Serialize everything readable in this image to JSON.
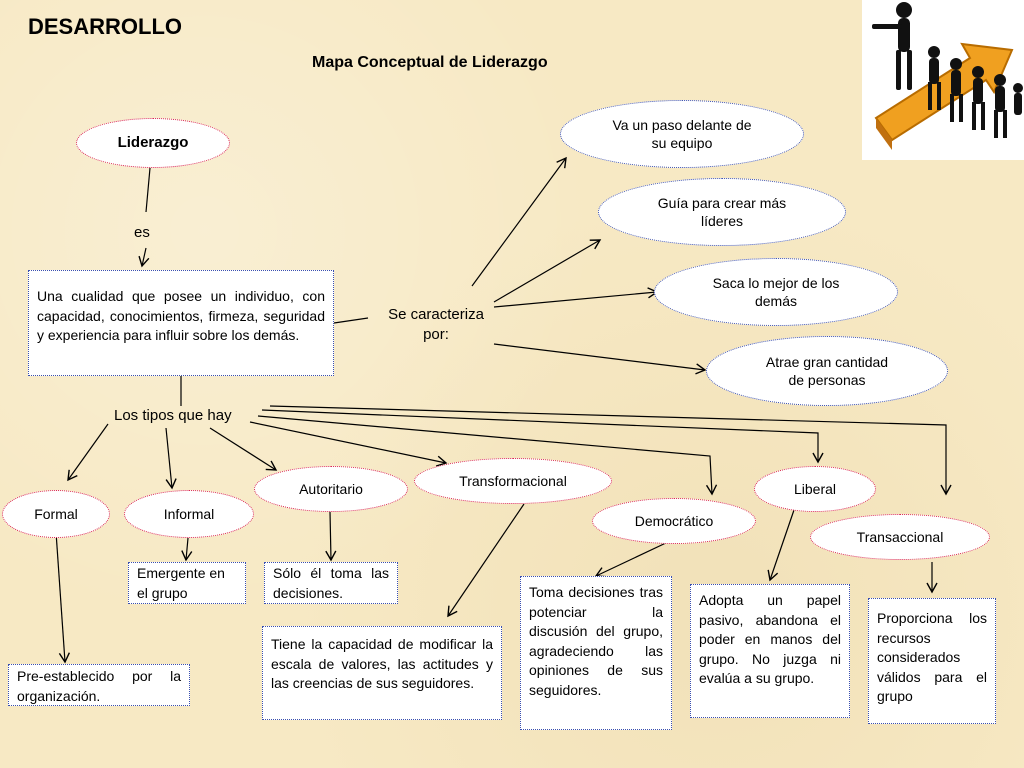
{
  "header": {
    "section_title": "DESARROLLO",
    "map_title": "Mapa Conceptual de Liderazgo"
  },
  "nodes": {
    "liderazgo": "Liderazgo",
    "es": "es",
    "definition": "Una cualidad que posee un individuo, con capacidad, conocimientos, firmeza, seguridad y experiencia para influir sobre los demás.",
    "se_caracteriza": "Se caracteriza por:",
    "traits": [
      "Va un paso delante de su equipo",
      "Guía para crear más líderes",
      "Saca lo mejor de los demás",
      "Atrae gran cantidad de personas"
    ],
    "tipos_label": "Los tipos que hay",
    "types": {
      "formal": "Formal",
      "informal": "Informal",
      "autoritario": "Autoritario",
      "transformacional": "Transformacional",
      "democratico": "Democrático",
      "liberal": "Liberal",
      "transaccional": "Transaccional"
    },
    "descriptions": {
      "formal": "Pre-establecido por la organización.",
      "informal": "Emergente en el grupo",
      "autoritario": "Sólo él toma las decisiones.",
      "transformacional": "Tiene la capacidad de modificar la escala de valores, las actitudes y las creencias de sus seguidores.",
      "democratico": "Toma decisiones tras potenciar la discusión del grupo, agradeciendo las opiniones de sus seguidores.",
      "liberal": "Adopta un papel pasivo, abandona el poder en manos del grupo. No juzga ni evalúa a su grupo.",
      "transaccional": "Proporciona los recursos considerados válidos para el grupo"
    }
  },
  "colors": {
    "background": "#f7e9c4",
    "ellipse_border": "#d8204a",
    "box_border": "#3a4fb0",
    "figure_arrow": "#f0a020"
  },
  "icons": {
    "leader_figure": "leader-followers-illustration"
  }
}
